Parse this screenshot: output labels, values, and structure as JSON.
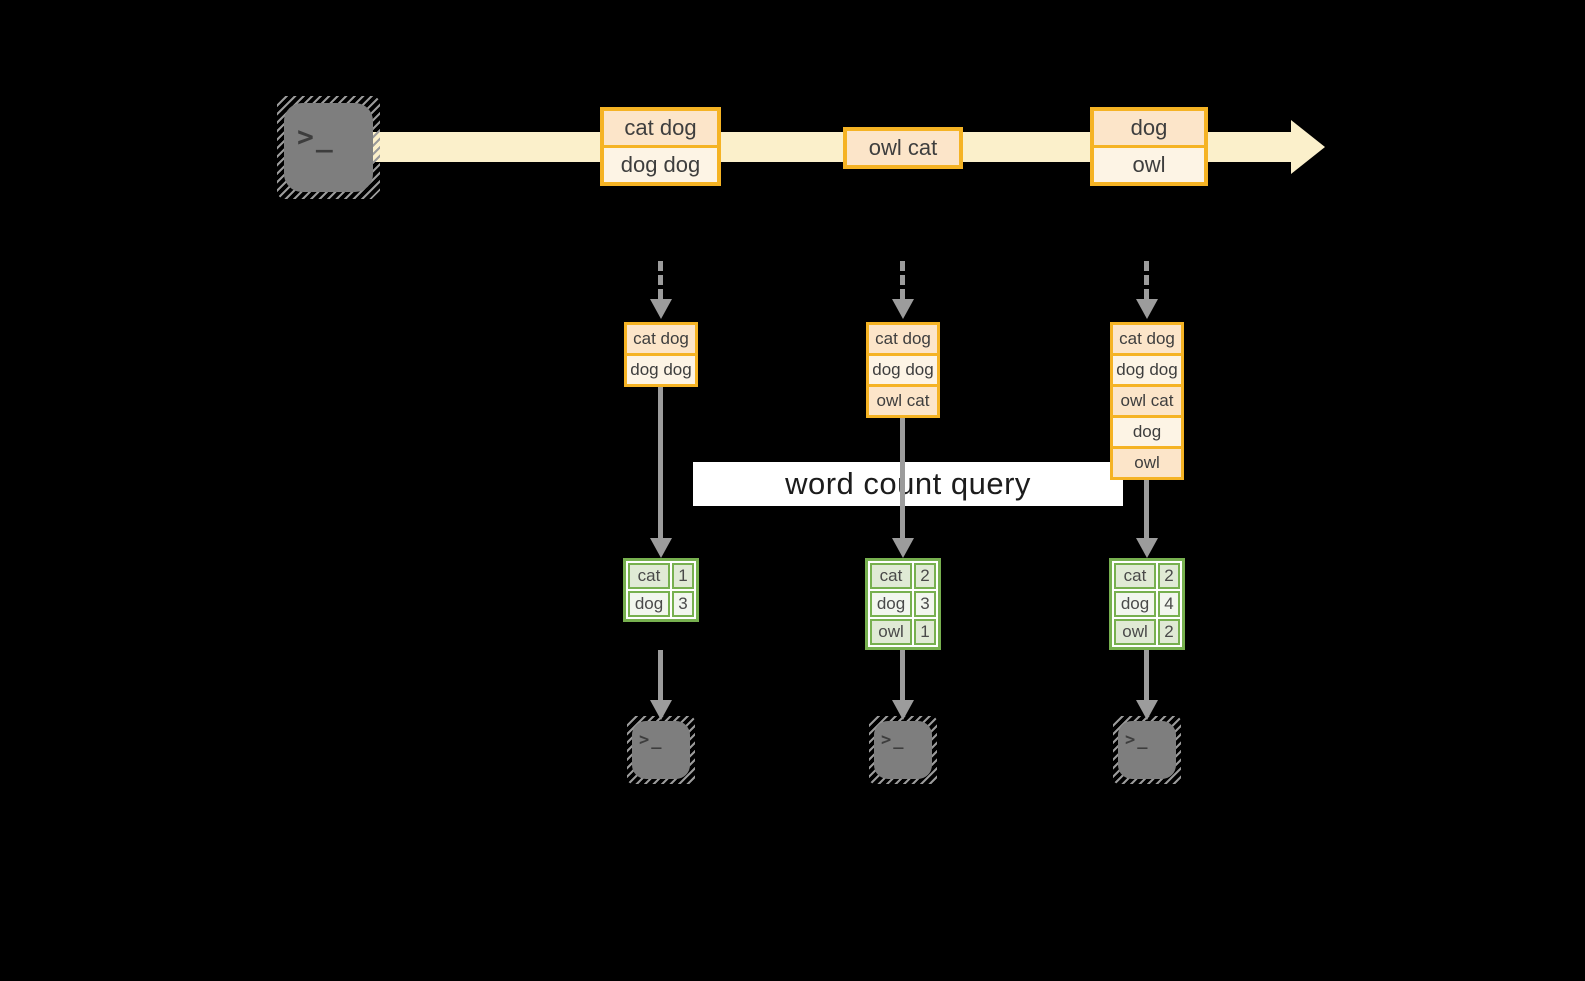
{
  "query_label": "word count query",
  "terminal_glyph": ">_",
  "stream_events": [
    [
      "cat dog",
      "dog dog"
    ],
    [
      "owl cat"
    ],
    [
      "dog",
      "owl"
    ]
  ],
  "workers": [
    {
      "state": [
        "cat dog",
        "dog dog"
      ],
      "counts": [
        [
          "cat",
          "1"
        ],
        [
          "dog",
          "3"
        ]
      ]
    },
    {
      "state": [
        "cat dog",
        "dog dog",
        "owl cat"
      ],
      "counts": [
        [
          "cat",
          "2"
        ],
        [
          "dog",
          "3"
        ],
        [
          "owl",
          "1"
        ]
      ]
    },
    {
      "state": [
        "cat dog",
        "dog dog",
        "owl cat",
        "dog",
        "owl"
      ],
      "counts": [
        [
          "cat",
          "2"
        ],
        [
          "dog",
          "4"
        ],
        [
          "owl",
          "2"
        ]
      ]
    }
  ],
  "colors": {
    "gold": "#F5B324",
    "peach": "#FCE5C9",
    "cream": "#FDF4E5",
    "stream": "#FBF0CB",
    "green": "#77B04F",
    "green_dark_cell": "#E0EAD5",
    "green_light_cell": "#F2F6EE",
    "arrow_gray": "#9C9C9C",
    "terminal_gray": "#7E7E7E",
    "label_bg": "#FFFFFF"
  }
}
